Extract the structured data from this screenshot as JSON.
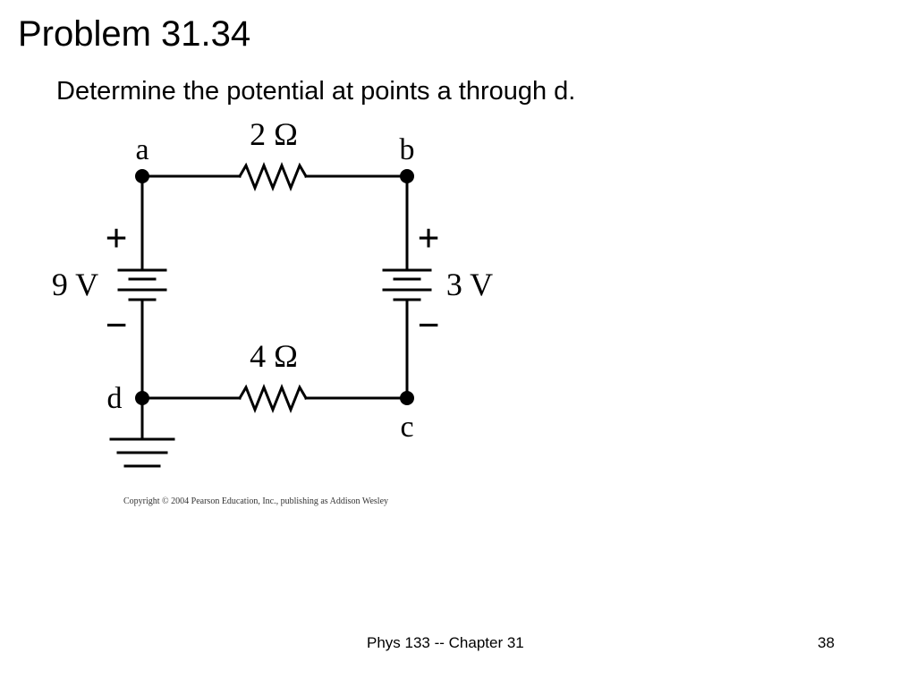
{
  "slide": {
    "title": "Problem 31.34",
    "subtitle": "Determine the potential at points a through d.",
    "copyright": "Copyright © 2004 Pearson Education, Inc., publishing as Addison Wesley",
    "footer_course": "Phys 133 -- Chapter 31",
    "page_number": "38"
  },
  "circuit": {
    "points": {
      "a": "a",
      "b": "b",
      "c": "c",
      "d": "d"
    },
    "resistor_top": "2 Ω",
    "resistor_bottom": "4 Ω",
    "battery_left": "9 V",
    "battery_right": "3 V",
    "plus": "+",
    "minus": "−"
  }
}
